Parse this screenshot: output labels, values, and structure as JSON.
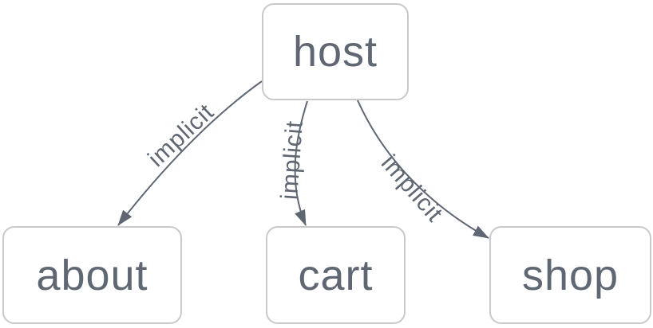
{
  "diagram": {
    "type": "route-graph",
    "nodes": [
      {
        "id": "host",
        "label": "host"
      },
      {
        "id": "about",
        "label": "about"
      },
      {
        "id": "cart",
        "label": "cart"
      },
      {
        "id": "shop",
        "label": "shop"
      }
    ],
    "edges": [
      {
        "from": "host",
        "to": "about",
        "label": "implicit"
      },
      {
        "from": "host",
        "to": "cart",
        "label": "implicit"
      },
      {
        "from": "host",
        "to": "shop",
        "label": "implicit"
      }
    ],
    "colors": {
      "background": "#ffffff",
      "node_fill": "#ffffff",
      "node_border": "#c8c9cb",
      "text": "#5f6773",
      "edge": "#5f6773"
    }
  }
}
